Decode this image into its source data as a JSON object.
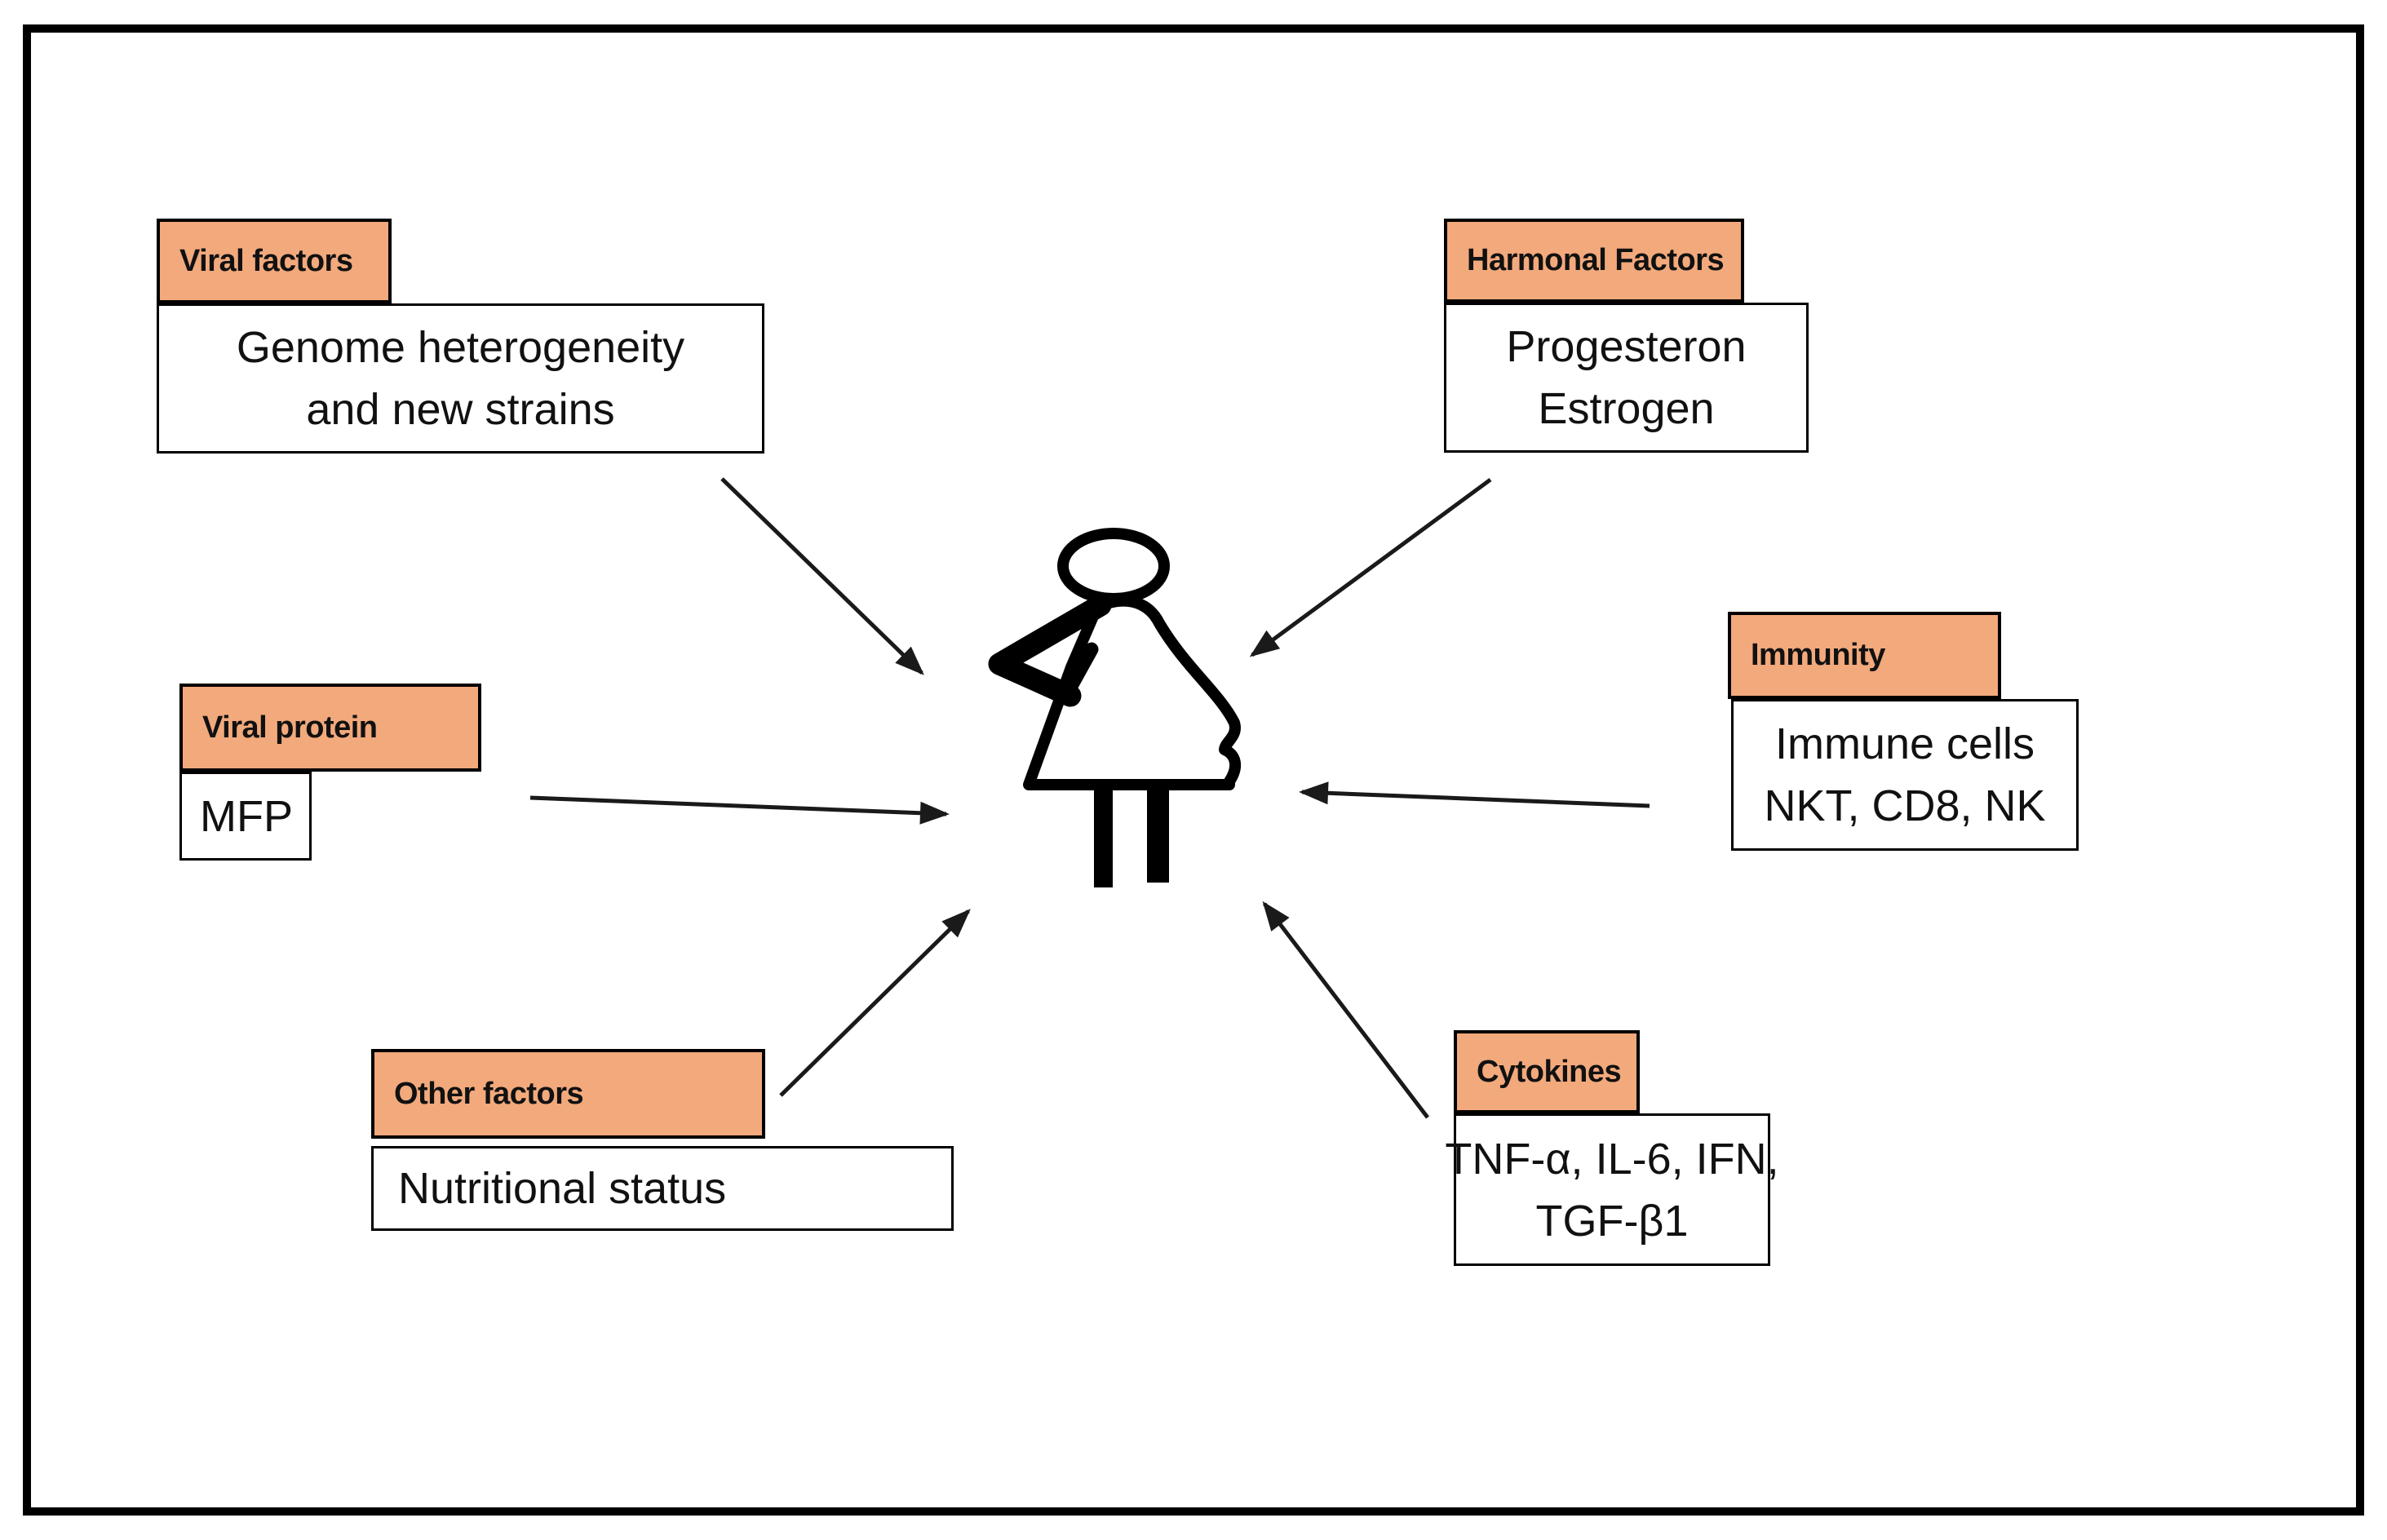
{
  "colors": {
    "header_fill": "#F2A97C",
    "border": "#000000",
    "background": "#FFFFFF",
    "arrow": "#1A1A1A"
  },
  "center": {
    "icon": "pregnant-woman"
  },
  "boxes": {
    "viral_factors": {
      "header": "Viral factors",
      "lines": [
        "Genome heterogeneity",
        "and new strains"
      ]
    },
    "hormonal_factors": {
      "header": "Harmonal Factors",
      "lines": [
        "Progesteron",
        "Estrogen"
      ]
    },
    "viral_protein": {
      "header": "Viral protein",
      "lines": [
        "MFP"
      ]
    },
    "immunity": {
      "header": "Immunity",
      "lines": [
        "Immune cells",
        "NKT, CD8, NK"
      ]
    },
    "other_factors": {
      "header": "Other factors",
      "lines": [
        "Nutritional status"
      ]
    },
    "cytokines": {
      "header": "Cytokines",
      "lines": [
        "TNF-α, IL-6, IFN,",
        "TGF-β1"
      ]
    }
  }
}
